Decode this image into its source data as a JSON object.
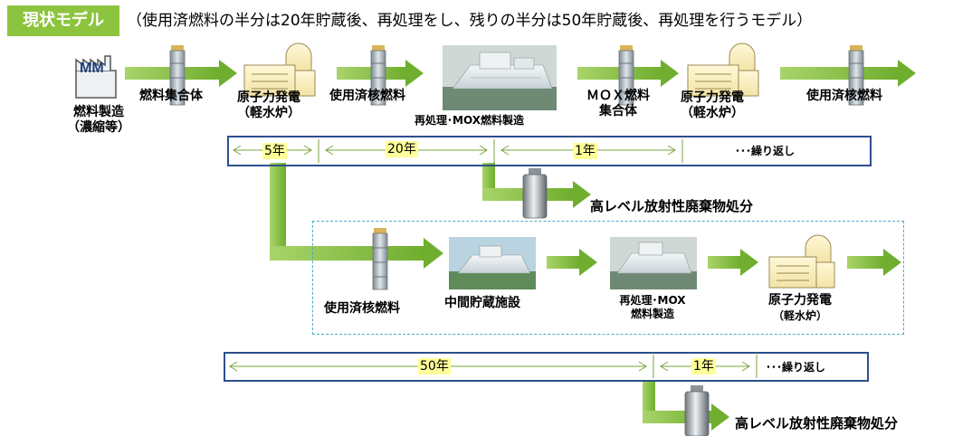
{
  "header": {
    "badge": "現状モデル",
    "subtitle": "（使用済燃料の半分は20年貯蔵後、再処理をし、残りの半分は50年貯蔵後、再処理を行うモデル）"
  },
  "top_row": {
    "factory_label_1": "燃料製造",
    "factory_label_2": "（濃縮等）",
    "fuel_assembly": "燃料集合体",
    "npp_1_a": "原子力発電",
    "npp_1_b": "（軽水炉）",
    "spent_fuel_1": "使用済核燃料",
    "reprocessing": "再処理･MOX燃料製造",
    "mox_a": "ＭＯＸ燃料",
    "mox_b": "集合体",
    "npp_2_a": "原子力発電",
    "npp_2_b": "（軽水炉）",
    "spent_fuel_2": "使用済核燃料"
  },
  "timeline_1": {
    "seg_a": "5年",
    "seg_b": "20年",
    "seg_c": "1年",
    "repeat": "･･･繰り返し"
  },
  "waste_1": "高レベル放射性廃棄物処分",
  "bottom_row": {
    "spent_fuel": "使用済核燃料",
    "interim_storage": "中間貯蔵施設",
    "reprocessing_a": "再処理･MOX",
    "reprocessing_b": "燃料製造",
    "npp_a": "原子力発電",
    "npp_b": "（軽水炉）"
  },
  "timeline_2": {
    "seg_a": "50年",
    "seg_b": "1年",
    "repeat": "･･･繰り返し"
  },
  "waste_2": "高レベル放射性廃棄物処分",
  "colors": {
    "accent_green": "#8cc43f",
    "timeline_fill": "#ffff99",
    "timeline_border": "#2e4f8c",
    "dashed_border": "#4bacc6"
  }
}
